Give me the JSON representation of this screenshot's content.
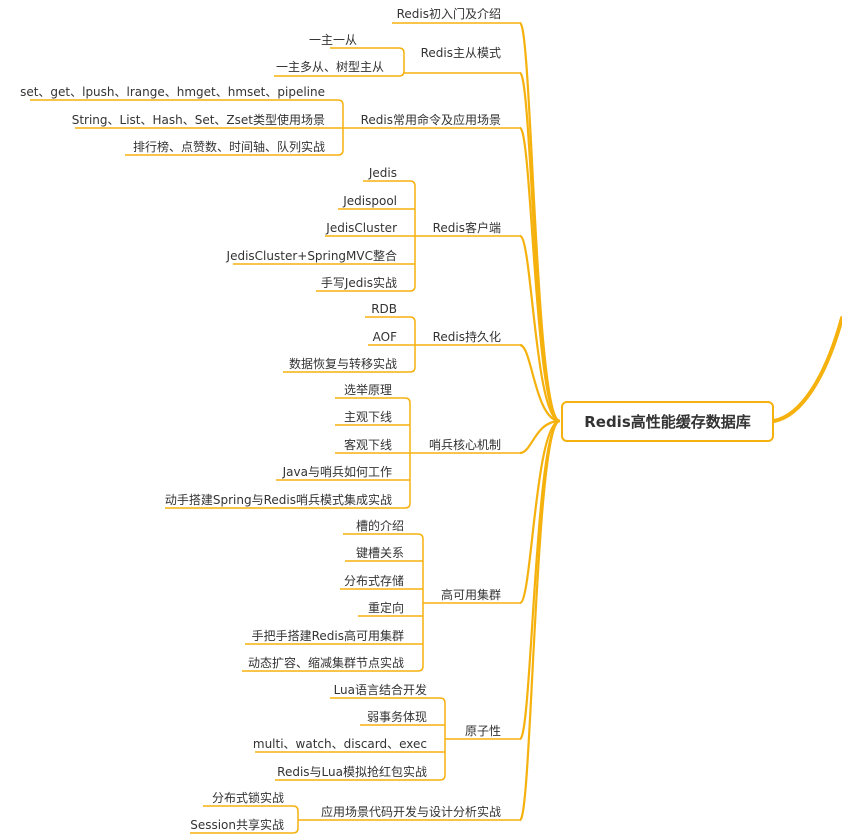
{
  "mindmap": {
    "root": "Redis高性能缓存数据库",
    "line_color": "#F5B10D",
    "branches": [
      {
        "label": "Redis初入门及介绍",
        "children": []
      },
      {
        "label": "Redis主从模式",
        "children": [
          "一主一从",
          "一主多从、树型主从"
        ]
      },
      {
        "label": "Redis常用命令及应用场景",
        "children": [
          "set、get、lpush、lrange、hmget、hmset、pipeline",
          "String、List、Hash、Set、Zset类型使用场景",
          "排行榜、点赞数、时间轴、队列实战"
        ]
      },
      {
        "label": "Redis客户端",
        "children": [
          "Jedis",
          "Jedispool",
          "JedisCluster",
          "JedisCluster+SpringMVC整合",
          "手写Jedis实战"
        ]
      },
      {
        "label": "Redis持久化",
        "children": [
          "RDB",
          "AOF",
          "数据恢复与转移实战"
        ]
      },
      {
        "label": "哨兵核心机制",
        "children": [
          "选举原理",
          "主观下线",
          "客观下线",
          "Java与哨兵如何工作",
          "动手搭建Spring与Redis哨兵模式集成实战"
        ]
      },
      {
        "label": "高可用集群",
        "children": [
          "槽的介绍",
          "键槽关系",
          "分布式存储",
          "重定向",
          "手把手搭建Redis高可用集群",
          "动态扩容、缩减集群节点实战"
        ]
      },
      {
        "label": "原子性",
        "children": [
          "Lua语言结合开发",
          "弱事务体现",
          "multi、watch、discard、exec",
          "Redis与Lua模拟抢红包实战"
        ]
      },
      {
        "label": "应用场景代码开发与设计分析实战",
        "children": [
          "分布式锁实战",
          "Session共享实战"
        ]
      }
    ]
  }
}
